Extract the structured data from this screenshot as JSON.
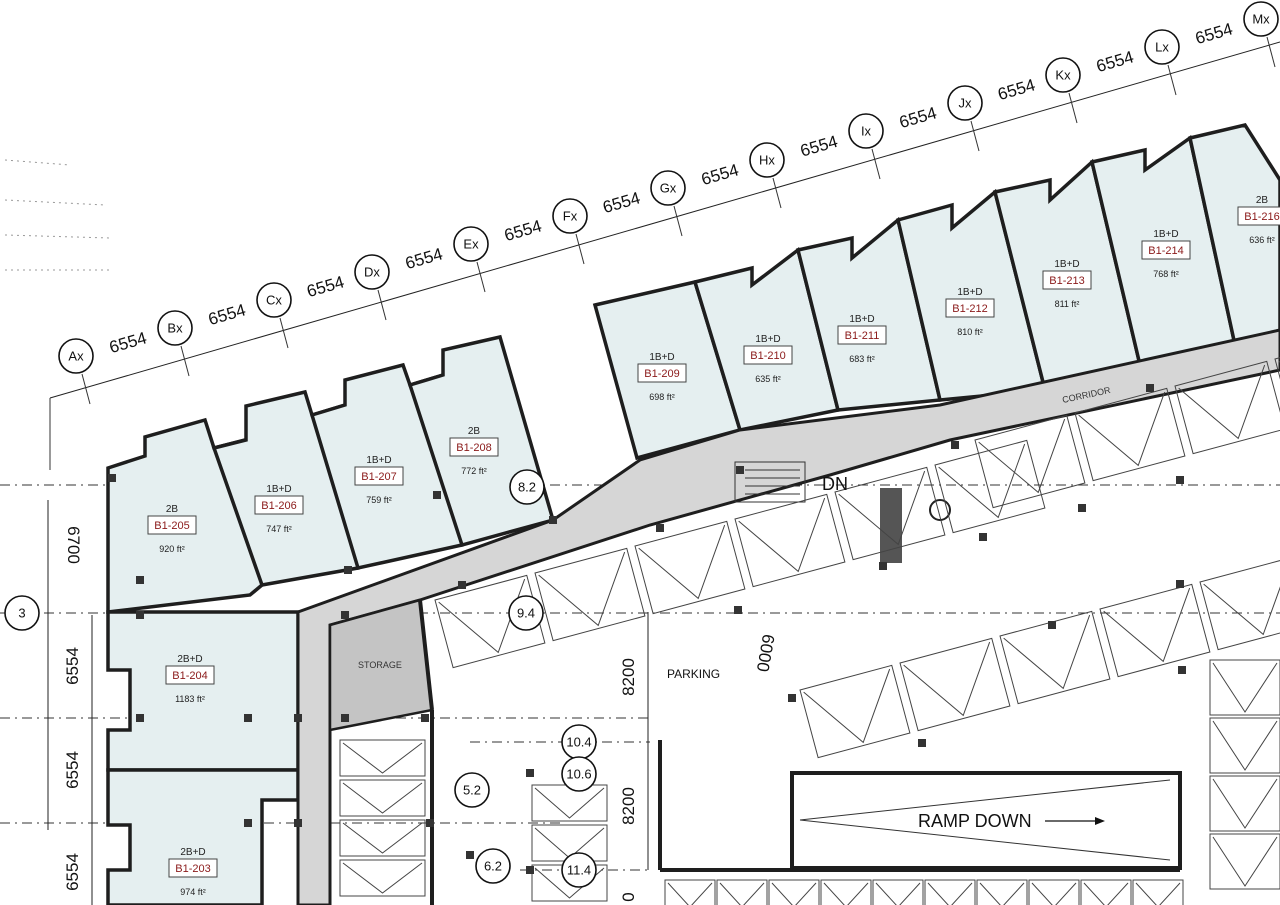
{
  "grid_bubbles": {
    "top": [
      "Ax",
      "Bx",
      "Cx",
      "Dx",
      "Ex",
      "Fx",
      "Gx",
      "Hx",
      "Ix",
      "Jx",
      "Kx",
      "Lx",
      "Mx"
    ],
    "left": [
      "3"
    ],
    "other": [
      "8.2",
      "9.4",
      "10.4",
      "10.6",
      "5.2",
      "11.4",
      "6.2"
    ]
  },
  "dimensions": {
    "top_spacing": "6554",
    "left_top": "6700",
    "left_mid": "6554",
    "left_lower": "6554",
    "left_bottom": "6554",
    "parking_v1": "8200",
    "parking_v2": "8200",
    "parking_diag": "6000",
    "bottom_partial": "0"
  },
  "units": [
    {
      "type": "2B",
      "id": "B1-205",
      "area": "920 ft²"
    },
    {
      "type": "1B+D",
      "id": "B1-206",
      "area": "747 ft²"
    },
    {
      "type": "1B+D",
      "id": "B1-207",
      "area": "759 ft²"
    },
    {
      "type": "2B",
      "id": "B1-208",
      "area": "772 ft²"
    },
    {
      "type": "1B+D",
      "id": "B1-209",
      "area": "698 ft²"
    },
    {
      "type": "1B+D",
      "id": "B1-210",
      "area": "635 ft²"
    },
    {
      "type": "1B+D",
      "id": "B1-211",
      "area": "683 ft²"
    },
    {
      "type": "1B+D",
      "id": "B1-212",
      "area": "810 ft²"
    },
    {
      "type": "1B+D",
      "id": "B1-213",
      "area": "811 ft²"
    },
    {
      "type": "1B+D",
      "id": "B1-214",
      "area": "768 ft²"
    },
    {
      "type": "2B",
      "id": "B1-216",
      "area": "636 ft²"
    },
    {
      "type": "2B+D",
      "id": "B1-204",
      "area": "1183 ft²"
    },
    {
      "type": "2B+D",
      "id": "B1-203",
      "area": "974 ft²"
    }
  ],
  "labels": {
    "storage": "STORAGE",
    "parking": "PARKING",
    "ramp": "RAMP DOWN",
    "corridor": "CORRIDOR",
    "stair_dn": "DN"
  },
  "colors": {
    "unit_fill": "#e5eff0",
    "core_fill": "#d6d6d6",
    "unit_id": "#8b1a1a"
  }
}
